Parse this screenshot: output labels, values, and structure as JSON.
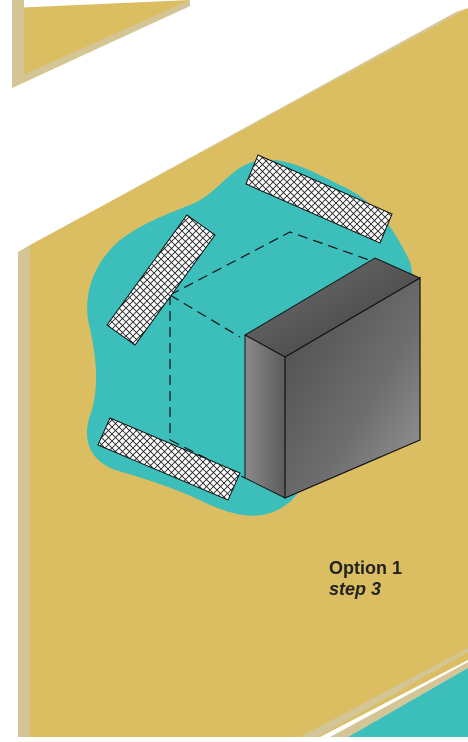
{
  "caption": {
    "option": "Option 1",
    "step": "step 3"
  },
  "colors": {
    "panel_face": "#dbbd62",
    "panel_edge": "#d4c596",
    "membrane": "#3cbebb",
    "tape": "#ffffff",
    "tape_mesh": "#222222",
    "box_front": "#6a6a6a",
    "box_side": "#808080",
    "box_top": "#5a5a5a",
    "outline": "#111111"
  },
  "icons": {
    "tape": "mesh-tape-strip",
    "box": "junction-box"
  }
}
